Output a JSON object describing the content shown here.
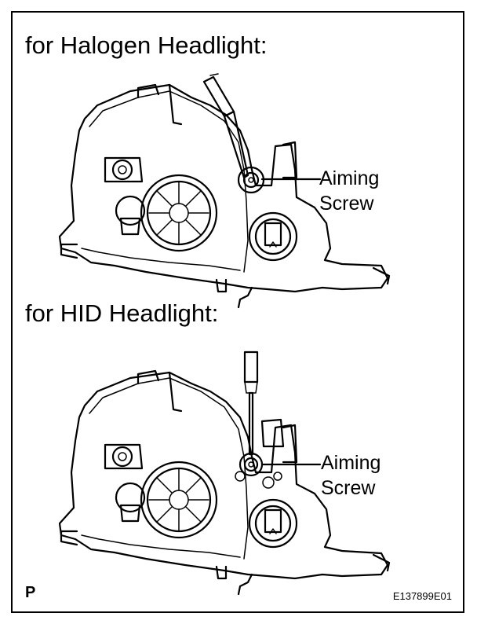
{
  "halogen": {
    "heading": "for Halogen Headlight:",
    "callout_line1": "Aiming",
    "callout_line2": "Screw",
    "illustration_icon": "headlight-assembly-drawing",
    "tool_icon": "screwdriver"
  },
  "hid": {
    "heading": "for HID Headlight:",
    "callout_line1": "Aiming",
    "callout_line2": "Screw",
    "illustration_icon": "headlight-assembly-drawing",
    "tool_icon": "screwdriver"
  },
  "footer": {
    "left_code": "P",
    "figure_id": "E137899E01"
  }
}
